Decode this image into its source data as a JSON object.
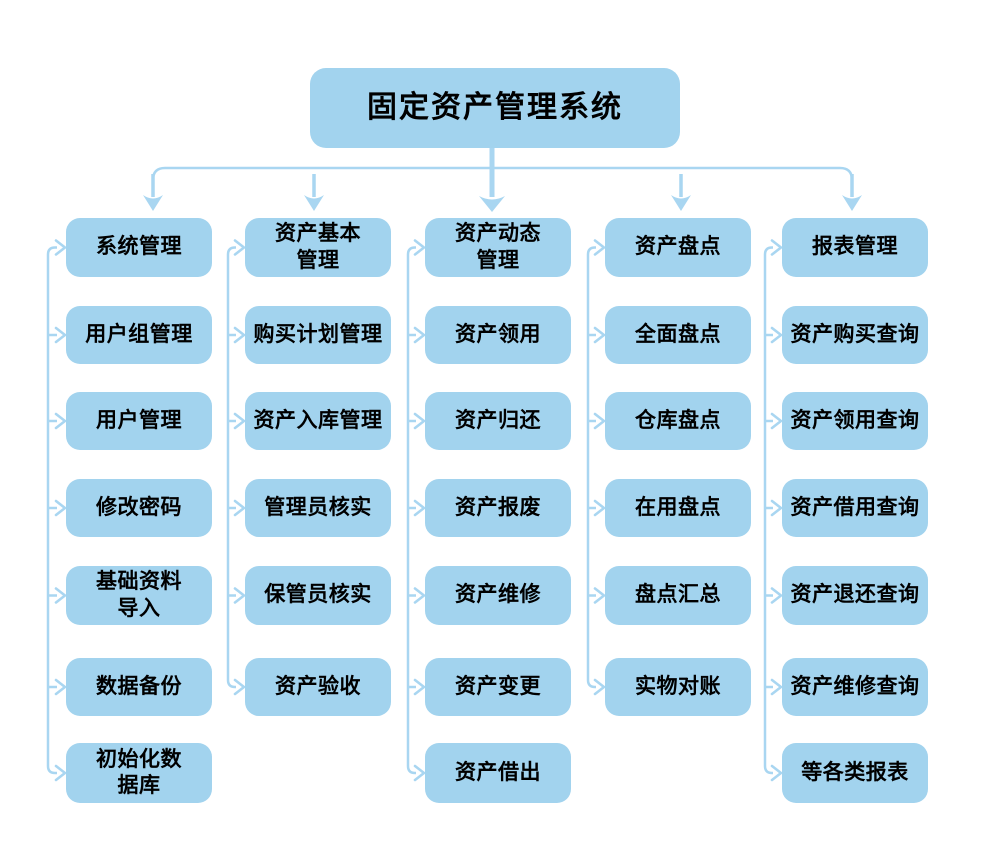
{
  "title": "固定资产管理系统",
  "colors": {
    "box_fill": "#a2d3ee",
    "connector": "#a9d6f1",
    "text": "#000000"
  },
  "columns": [
    {
      "header": "系统管理",
      "children": [
        "用户组管理",
        "用户管理",
        "修改密码",
        "基础资料\n导入",
        "数据备份",
        "初始化数\n据库"
      ]
    },
    {
      "header": "资产基本\n管理",
      "children": [
        "购买计划管理",
        "资产入库管理",
        "管理员核实",
        "保管员核实",
        "资产验收"
      ]
    },
    {
      "header": "资产动态\n管理",
      "children": [
        "资产领用",
        "资产归还",
        "资产报废",
        "资产维修",
        "资产变更",
        "资产借出"
      ]
    },
    {
      "header": "资产盘点",
      "children": [
        "全面盘点",
        "仓库盘点",
        "在用盘点",
        "盘点汇总",
        "实物对账"
      ]
    },
    {
      "header": "报表管理",
      "children": [
        "资产购买查询",
        "资产领用查询",
        "资产借用查询",
        "资产退还查询",
        "资产维修查询",
        "等各类报表"
      ]
    }
  ]
}
